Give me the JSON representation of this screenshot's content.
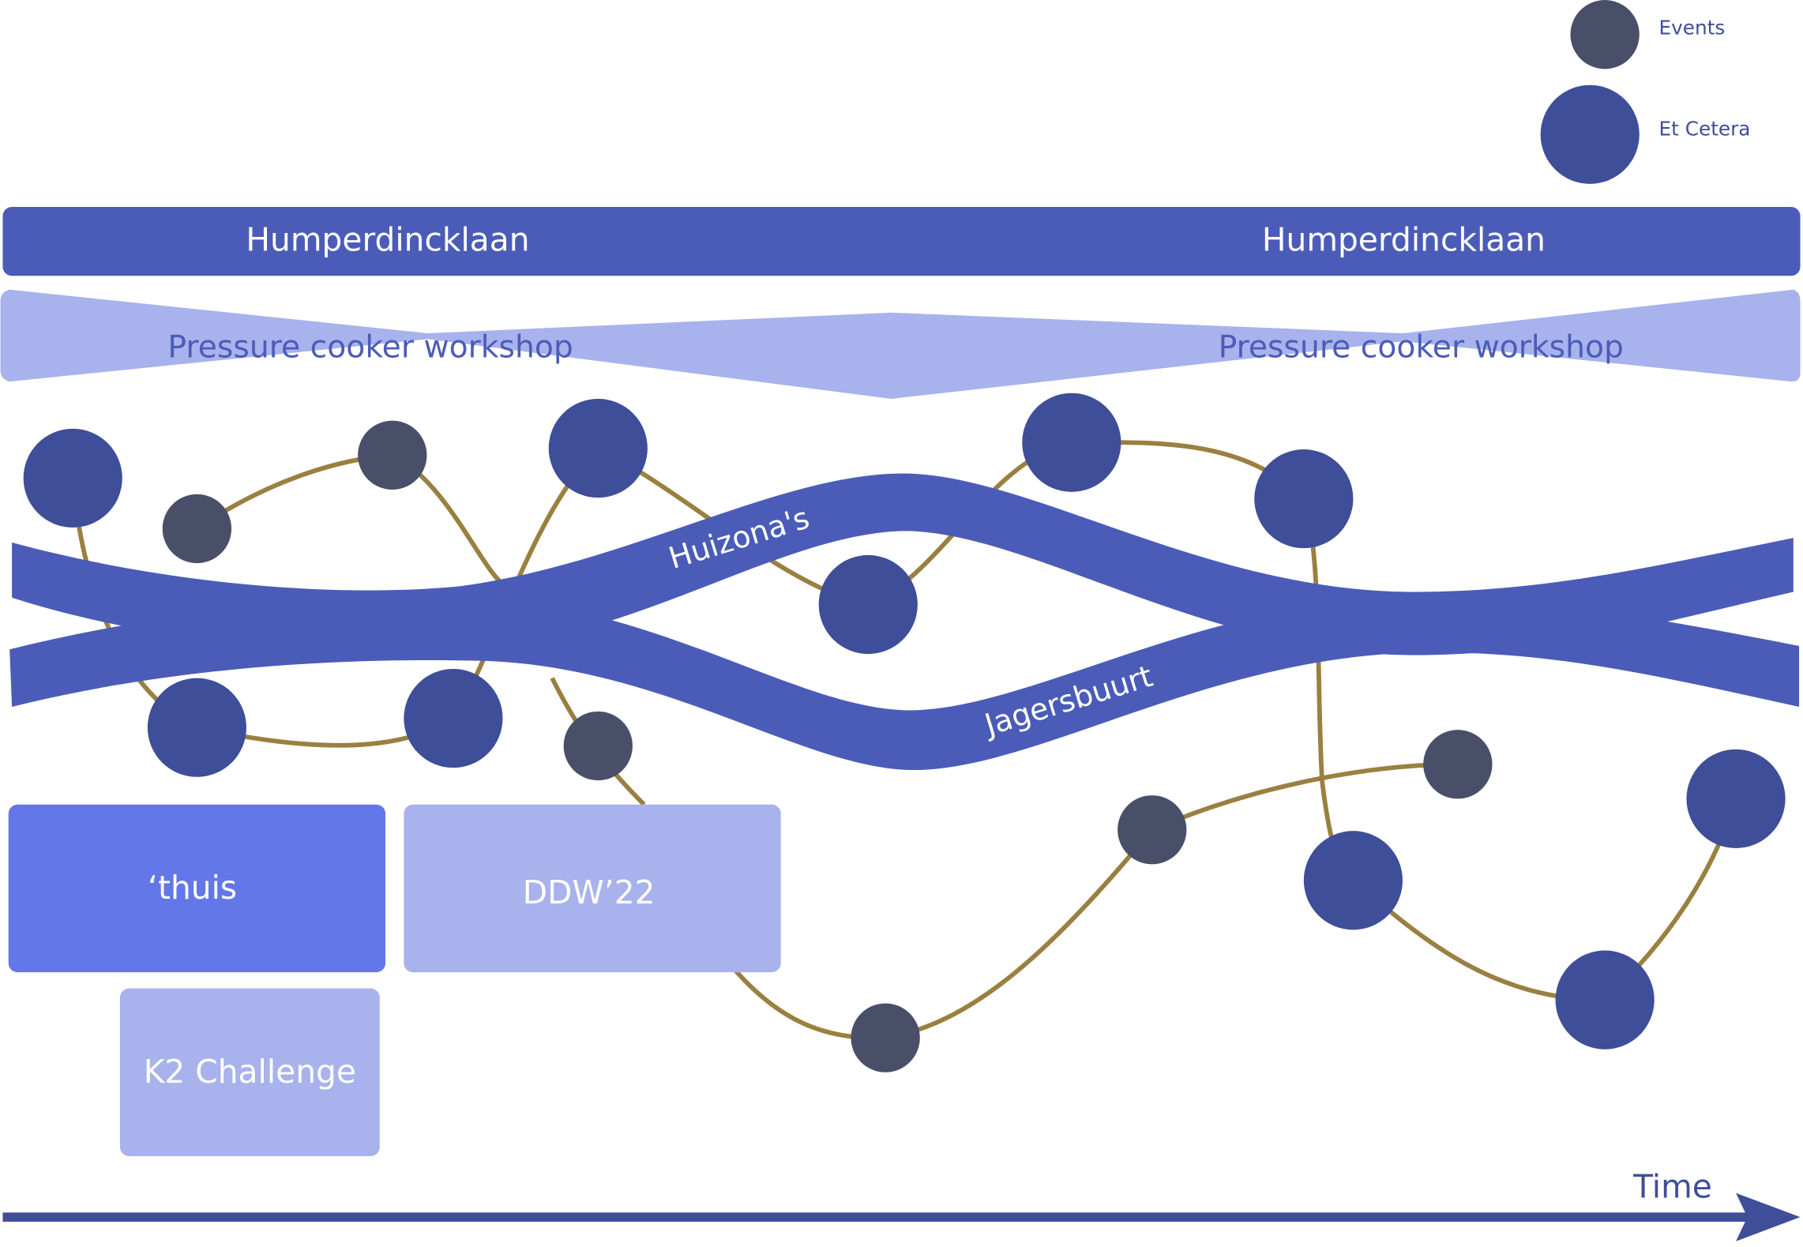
{
  "legend": {
    "items": [
      {
        "label": "Events",
        "kind": "event",
        "color": "#4a4f69"
      },
      {
        "label": "Et Cetera",
        "kind": "etc",
        "color": "#3f4e98"
      }
    ]
  },
  "bands": {
    "top_bar": {
      "labels": [
        "Humperdincklaan",
        "Humperdincklaan"
      ],
      "color": "#4b5cb8"
    },
    "bowtie": {
      "labels": [
        "Pressure cooker workshop",
        "Pressure cooker workshop"
      ],
      "color": "#a8b2ec",
      "text_color": "#4b5cb8"
    },
    "streams": [
      {
        "label": "Huizona's",
        "color": "#4b5cb8"
      },
      {
        "label": "Jagersbuurt",
        "color": "#4b5cb8"
      }
    ]
  },
  "boxes": [
    {
      "label": "‘thuis",
      "color": "#6477e8"
    },
    {
      "label": "DDW’22",
      "color": "#a8b2ec"
    },
    {
      "label": "K2 Challenge",
      "color": "#a8b2ec"
    }
  ],
  "path_color": "#9a8040",
  "axis": {
    "label": "Time",
    "color": "#3f4e98"
  }
}
